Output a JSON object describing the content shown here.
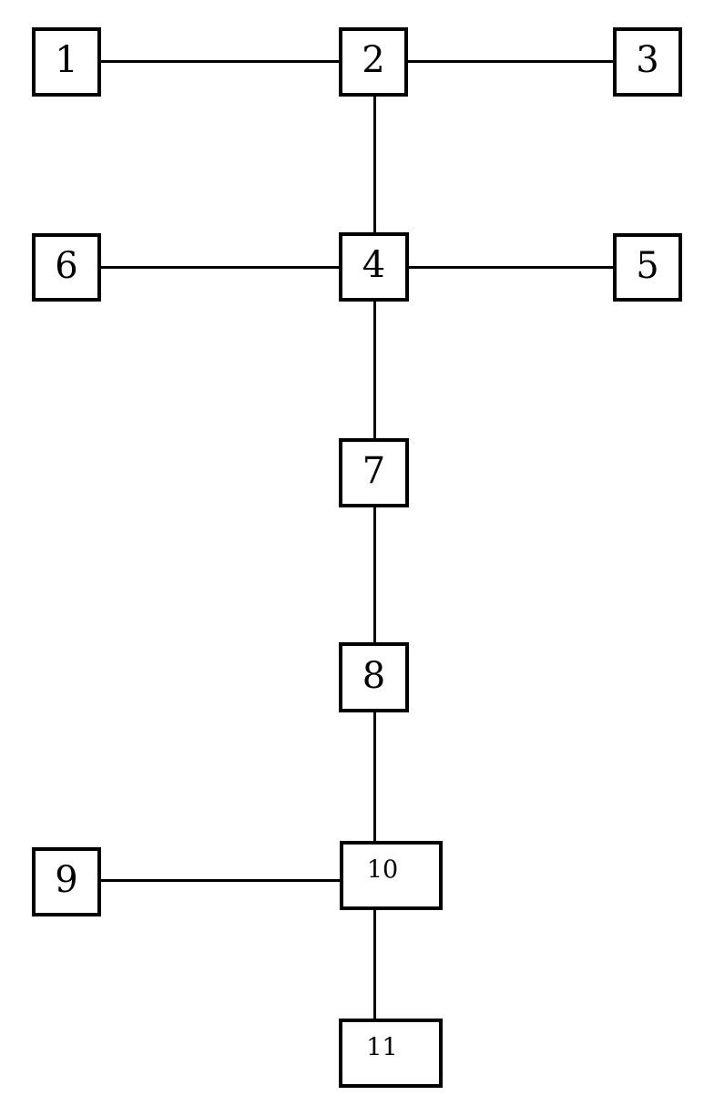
{
  "diagram": {
    "type": "graph",
    "background_color": "#ffffff",
    "line_color": "#000000",
    "node_fill_color": "#ffffff",
    "node_border_color": "#000000",
    "nodes": [
      {
        "id": "1",
        "label": "1"
      },
      {
        "id": "2",
        "label": "2"
      },
      {
        "id": "3",
        "label": "3"
      },
      {
        "id": "4",
        "label": "4"
      },
      {
        "id": "5",
        "label": "5"
      },
      {
        "id": "6",
        "label": "6"
      },
      {
        "id": "7",
        "label": "7"
      },
      {
        "id": "8",
        "label": "8"
      },
      {
        "id": "9",
        "label": "9"
      },
      {
        "id": "10",
        "label": "10"
      },
      {
        "id": "11",
        "label": "11"
      }
    ],
    "edges": [
      {
        "from": "1",
        "to": "2"
      },
      {
        "from": "2",
        "to": "3"
      },
      {
        "from": "2",
        "to": "4"
      },
      {
        "from": "6",
        "to": "4"
      },
      {
        "from": "4",
        "to": "5"
      },
      {
        "from": "4",
        "to": "7"
      },
      {
        "from": "7",
        "to": "8"
      },
      {
        "from": "8",
        "to": "10"
      },
      {
        "from": "9",
        "to": "10"
      },
      {
        "from": "10",
        "to": "11"
      }
    ]
  }
}
